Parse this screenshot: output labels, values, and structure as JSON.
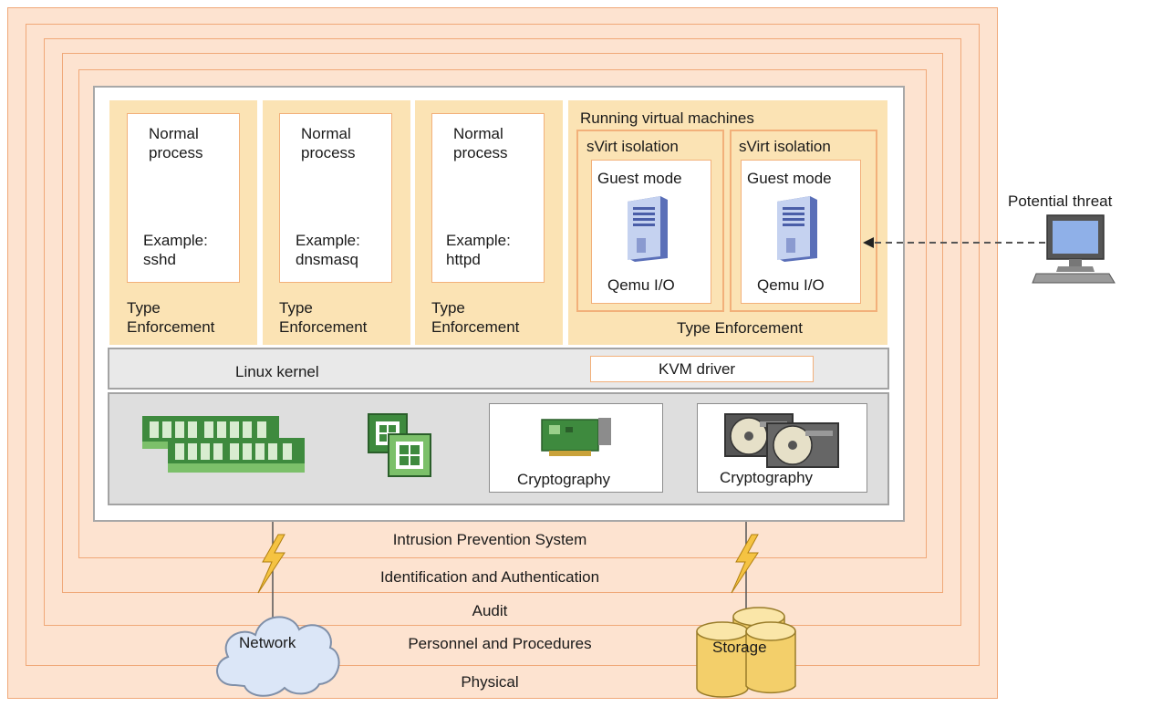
{
  "layers": {
    "physical": "Physical",
    "personnel": "Personnel and Procedures",
    "audit": "Audit",
    "identification": "Identification and Authentication",
    "intrusion": "Intrusion Prevention System"
  },
  "processes": [
    {
      "title": "Normal\nprocess",
      "example": "Example:\nsshd",
      "enforcement": "Type\nEnforcement"
    },
    {
      "title": "Normal\nprocess",
      "example": "Example:\ndnsmasq",
      "enforcement": "Type\nEnforcement"
    },
    {
      "title": "Normal\nprocess",
      "example": "Example:\nhttpd",
      "enforcement": "Type\nEnforcement"
    }
  ],
  "vms": {
    "title": "Running virtual machines",
    "isolation": [
      "sVirt isolation",
      "sVirt isolation"
    ],
    "guest": [
      "Guest mode",
      "Guest mode"
    ],
    "qemu": [
      "Qemu I/O",
      "Qemu I/O"
    ],
    "enforcement": "Type Enforcement"
  },
  "kernel": {
    "label": "Linux kernel",
    "kvm": "KVM driver"
  },
  "hardware": {
    "crypto1": "Cryptography",
    "crypto2": "Cryptography"
  },
  "external": {
    "network": "Network",
    "storage": "Storage",
    "threat": "Potential threat"
  },
  "colors": {
    "layer_fill": "#fde3d0",
    "layer_border": "#f0a878",
    "column_fill": "#fbe3b4",
    "kernel_fill": "#e9e9e9"
  }
}
